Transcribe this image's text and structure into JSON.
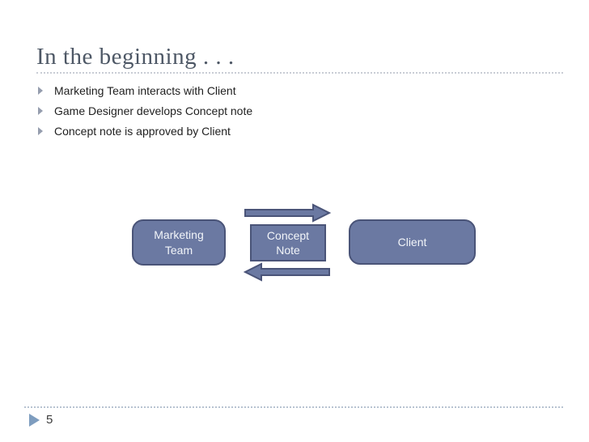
{
  "slide": {
    "title": "In the beginning . . .",
    "bullets": [
      "Marketing Team interacts with Client",
      "Game Designer develops Concept note",
      "Concept note is approved by Client"
    ],
    "diagram": {
      "marketing_box_label": "Marketing\nTeam",
      "concept_box_label": "Concept\nNote",
      "client_box_label": "Client",
      "top_arrow_direction": "right",
      "bottom_arrow_direction": "left"
    },
    "footer": {
      "page_number": "5"
    }
  },
  "colors": {
    "shape-fill": "#6b79a2",
    "shape-border": "#4a5478",
    "shape-text": "#f2f5f9",
    "title-text": "#4e5866",
    "body-text": "#1f1f1f",
    "bullet-marker": "#959dae",
    "footer-triangle": "#7e9dbf",
    "title-divider": "#c9cdd5",
    "footer-divider": "#b8c3d1",
    "background": "#ffffff"
  }
}
